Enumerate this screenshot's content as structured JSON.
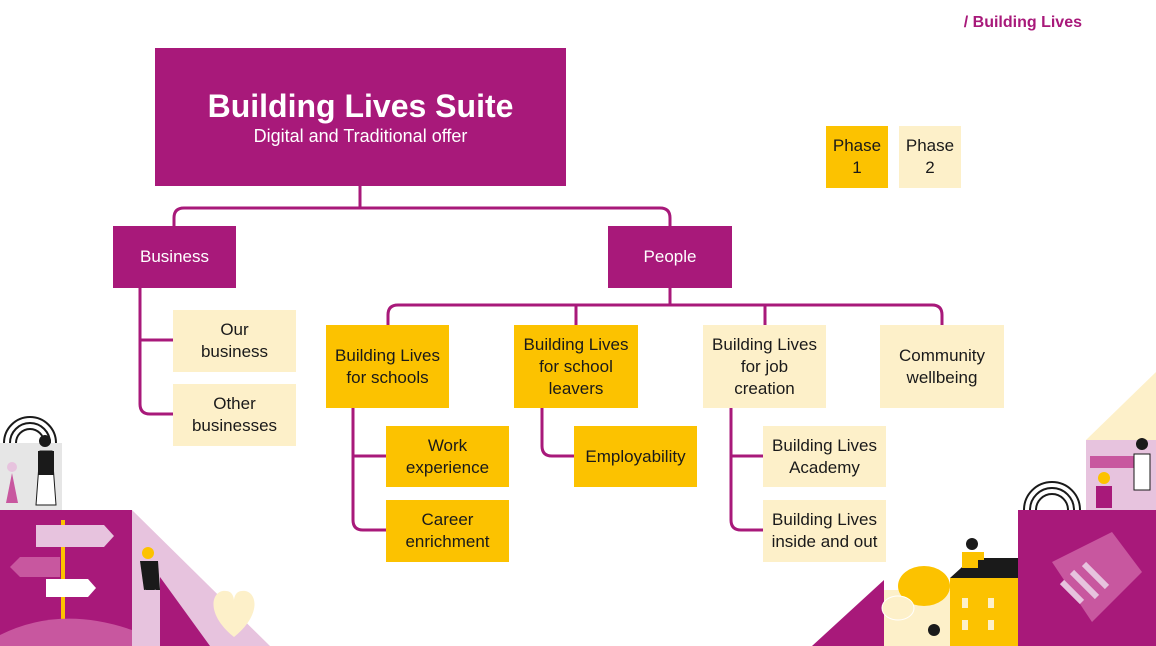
{
  "brand": "/ Building Lives",
  "root": {
    "title": "Building Lives Suite",
    "subtitle": "Digital and Traditional offer"
  },
  "legend": {
    "phase1": "Phase\n1",
    "phase2": "Phase\n2"
  },
  "business": {
    "label": "Business",
    "children": [
      "Our\nbusiness",
      "Other\nbusinesses"
    ]
  },
  "people": {
    "label": "People",
    "schools": {
      "label": "Building Lives\nfor schools",
      "children": [
        "Work\nexperience",
        "Career\nenrichment"
      ]
    },
    "school_leavers": {
      "label": "Building Lives\nfor school\nleavers",
      "children": [
        "Employability"
      ]
    },
    "job_creation": {
      "label": "Building Lives\nfor job\ncreation",
      "children": [
        "Building Lives\nAcademy",
        "Building Lives\ninside and out"
      ]
    },
    "community": {
      "label": "Community\nwellbeing"
    }
  },
  "colors": {
    "magenta": "#a8197a",
    "gold": "#fcc200",
    "cream": "#fdf0c9",
    "lilac": "#e7c3de"
  }
}
